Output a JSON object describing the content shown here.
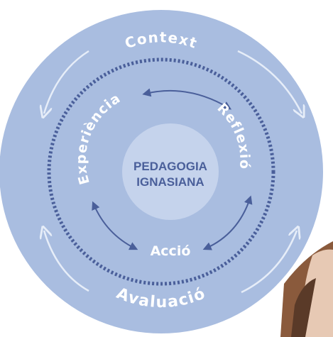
{
  "diagram": {
    "outer_label_top": "Context",
    "outer_label_bottom": "Avaluació",
    "cycle_left": "Experiència",
    "cycle_right": "Reflexió",
    "cycle_bottom": "Acció",
    "center_line1": "PEDAGOGIA",
    "center_line2": "IGNASIANA"
  },
  "colors": {
    "outer_circle": "#a9bde0",
    "center_circle": "#c5d3ec",
    "dotted_ring": "#4a5f9a",
    "arrows": "#4a5f9a",
    "outer_arrows": "#e6edf8",
    "text_white": "#ffffff",
    "center_text": "#4a5f9a"
  },
  "photo": {
    "icon": "person-photo-partial"
  }
}
